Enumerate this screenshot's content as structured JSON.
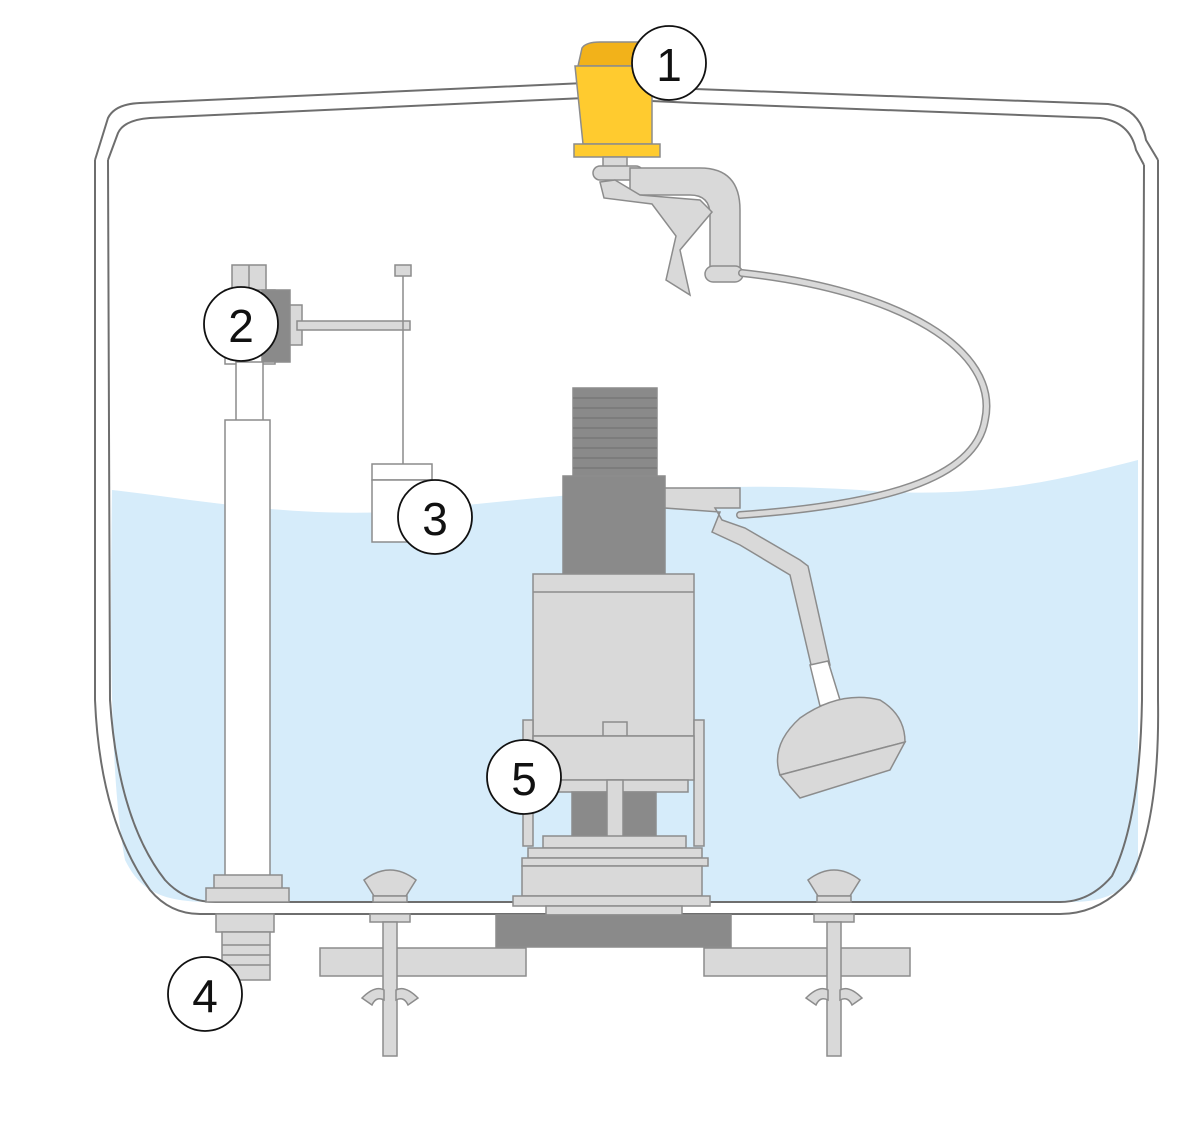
{
  "diagram": {
    "subject": "toilet-cistern-cross-section",
    "colors": {
      "water": "#d6ecfa",
      "outline": "#8c8c8c",
      "light_part": "#d9d9d9",
      "dark_part": "#8a8a8a",
      "highlight": "#ffcb2f"
    },
    "callouts": [
      {
        "label": "1",
        "part": "flush-button"
      },
      {
        "label": "2",
        "part": "fill-valve-head"
      },
      {
        "label": "3",
        "part": "float-cup"
      },
      {
        "label": "4",
        "part": "inlet-connector"
      },
      {
        "label": "5",
        "part": "flush-valve"
      }
    ]
  }
}
